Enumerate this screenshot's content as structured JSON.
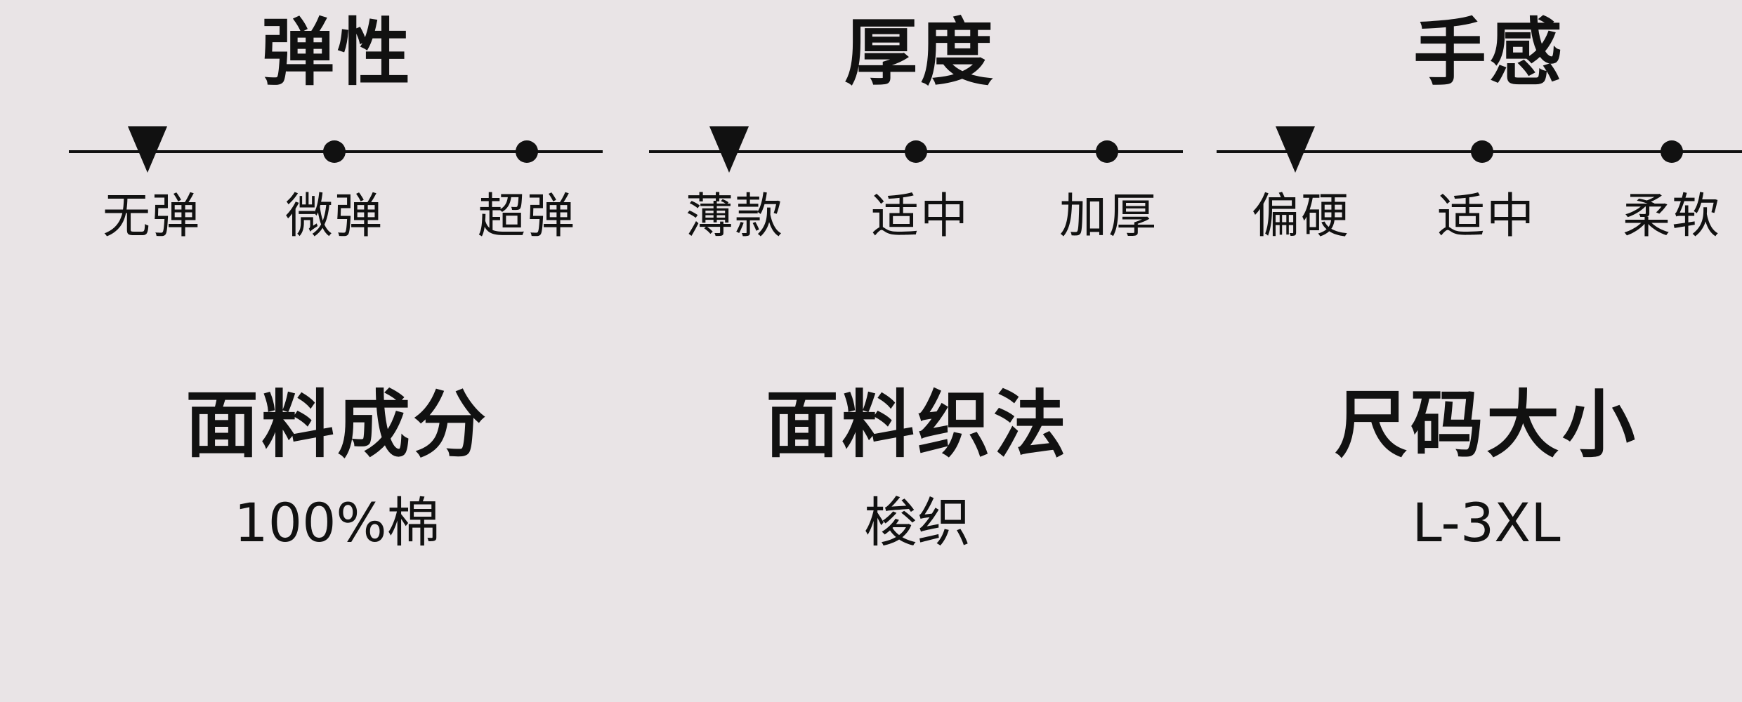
{
  "scales": [
    {
      "title": "弹性",
      "options": [
        "无弹",
        "微弹",
        "超弹"
      ],
      "selected_index": 0
    },
    {
      "title": "厚度",
      "options": [
        "薄款",
        "适中",
        "加厚"
      ],
      "selected_index": 0
    },
    {
      "title": "手感",
      "options": [
        "偏硬",
        "适中",
        "柔软"
      ],
      "selected_index": 0
    }
  ],
  "specs": [
    {
      "title": "面料成分",
      "value": "100%棉"
    },
    {
      "title": "面料织法",
      "value": "梭织"
    },
    {
      "title": "尺码大小",
      "value": "L-3XL"
    }
  ],
  "colors": {
    "background": "#e9e4e6",
    "foreground": "#111111"
  }
}
